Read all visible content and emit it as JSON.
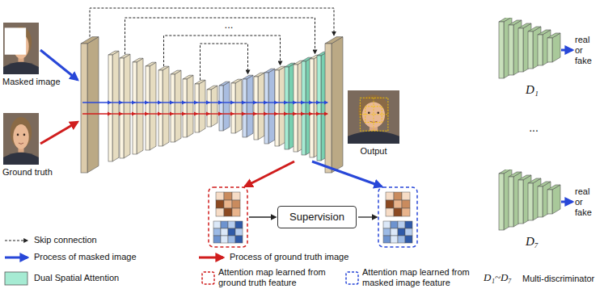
{
  "diagram": {
    "nodes": [
      {
        "text": [
          "Masked image"
        ]
      },
      {
        "text": [
          "Ground truth"
        ]
      },
      {
        "text": [
          "Supervision"
        ]
      },
      {
        "text": [
          "Output"
        ]
      },
      {
        "text": [
          "D₁"
        ]
      },
      {
        "text": [
          "D₇"
        ]
      }
    ],
    "labels": [
      "...",
      "real or fake",
      "...",
      "real or fake",
      "D₁~D₇"
    ],
    "legend": [
      {
        "text": "Skip connection"
      },
      {
        "text": "Process of masked image"
      },
      {
        "text": "Process of ground truth image"
      },
      {
        "text": "Dual Spatial Attention",
        "color": "#a6ebd3"
      },
      {
        "text": "Attention map learned from ground truth feature"
      },
      {
        "text": "Attention map learned from masked image feature"
      },
      {
        "text": "Multi-discriminator"
      }
    ]
  }
}
